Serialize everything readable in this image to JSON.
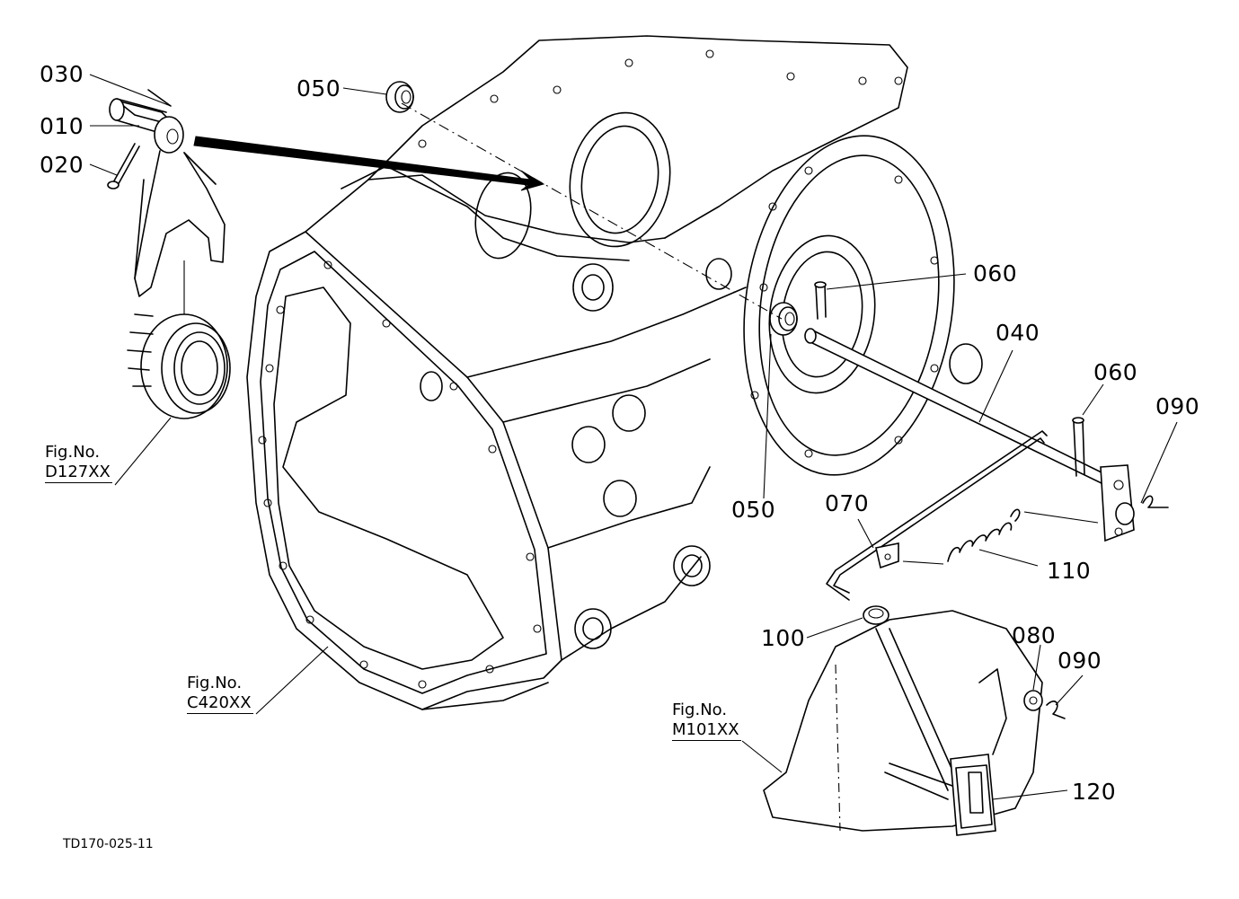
{
  "parts": {
    "p030": "030",
    "p010": "010",
    "p020": "020",
    "p050_top": "050",
    "p060_top": "060",
    "p040": "040",
    "p060_right": "060",
    "p090_right": "090",
    "p050_mid": "050",
    "p070": "070",
    "p110": "110",
    "p100": "100",
    "p080": "080",
    "p090_low": "090",
    "p120": "120"
  },
  "figure_refs": {
    "d127": {
      "line1": "Fig.No.",
      "line2": "D127XX"
    },
    "c420": {
      "line1": "Fig.No.",
      "line2": "C420XX"
    },
    "m101": {
      "line1": "Fig.No.",
      "line2": "M101XX"
    }
  },
  "drawing_code": "TD170-025-11"
}
